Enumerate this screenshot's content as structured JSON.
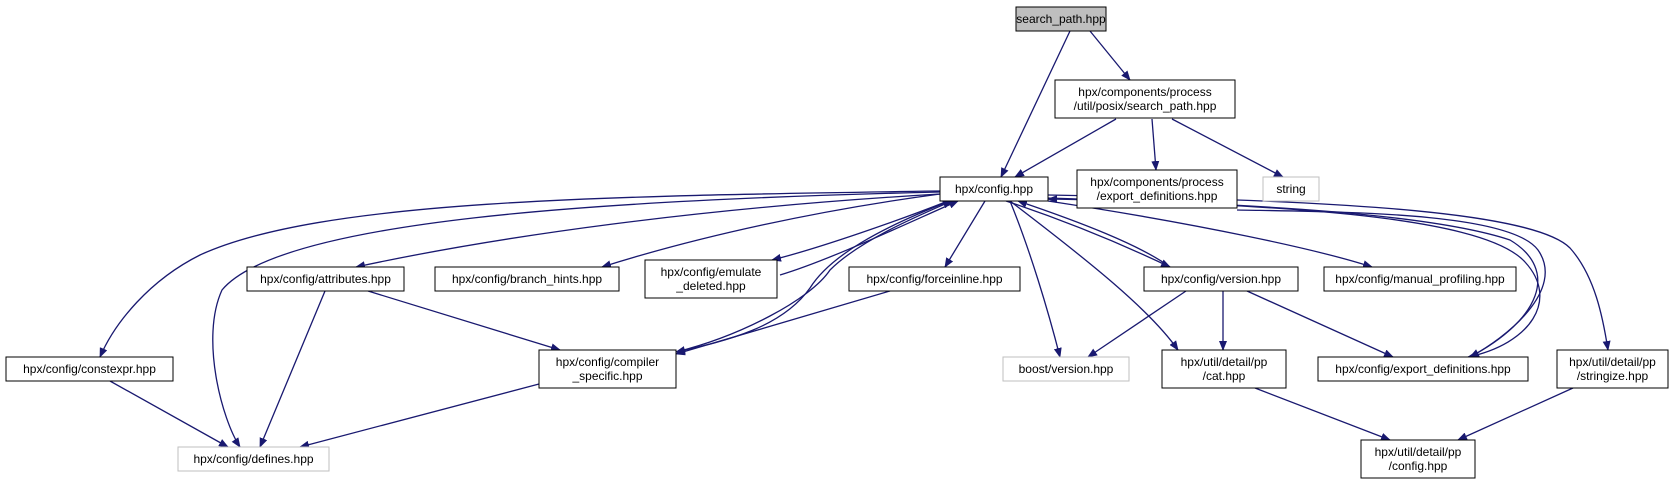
{
  "nodes": [
    {
      "id": "search_path",
      "label": [
        "search_path.hpp"
      ],
      "kind": "root"
    },
    {
      "id": "comp_search_path",
      "label": [
        "hpx/components/process",
        "/util/posix/search_path.hpp"
      ],
      "kind": "normal"
    },
    {
      "id": "config",
      "label": [
        "hpx/config.hpp"
      ],
      "kind": "normal"
    },
    {
      "id": "comp_export",
      "label": [
        "hpx/components/process",
        "/export_definitions.hpp"
      ],
      "kind": "normal"
    },
    {
      "id": "string",
      "label": [
        "string"
      ],
      "kind": "external"
    },
    {
      "id": "attributes",
      "label": [
        "hpx/config/attributes.hpp"
      ],
      "kind": "normal"
    },
    {
      "id": "branch_hints",
      "label": [
        "hpx/config/branch_hints.hpp"
      ],
      "kind": "normal"
    },
    {
      "id": "emulate_deleted",
      "label": [
        "hpx/config/emulate",
        "_deleted.hpp"
      ],
      "kind": "normal"
    },
    {
      "id": "forceinline",
      "label": [
        "hpx/config/forceinline.hpp"
      ],
      "kind": "normal"
    },
    {
      "id": "version",
      "label": [
        "hpx/config/version.hpp"
      ],
      "kind": "normal"
    },
    {
      "id": "manual_profiling",
      "label": [
        "hpx/config/manual_profiling.hpp"
      ],
      "kind": "normal"
    },
    {
      "id": "constexpr",
      "label": [
        "hpx/config/constexpr.hpp"
      ],
      "kind": "normal"
    },
    {
      "id": "compiler_specific",
      "label": [
        "hpx/config/compiler",
        "_specific.hpp"
      ],
      "kind": "normal"
    },
    {
      "id": "boost_version",
      "label": [
        "boost/version.hpp"
      ],
      "kind": "external"
    },
    {
      "id": "pp_cat",
      "label": [
        "hpx/util/detail/pp",
        "/cat.hpp"
      ],
      "kind": "normal"
    },
    {
      "id": "export_definitions",
      "label": [
        "hpx/config/export_definitions.hpp"
      ],
      "kind": "normal"
    },
    {
      "id": "pp_stringize",
      "label": [
        "hpx/util/detail/pp",
        "/stringize.hpp"
      ],
      "kind": "normal"
    },
    {
      "id": "defines",
      "label": [
        "hpx/config/defines.hpp"
      ],
      "kind": "external"
    },
    {
      "id": "pp_config",
      "label": [
        "hpx/util/detail/pp",
        "/config.hpp"
      ],
      "kind": "normal"
    }
  ],
  "edges": [
    {
      "from": "search_path",
      "to": "comp_search_path"
    },
    {
      "from": "search_path",
      "to": "config"
    },
    {
      "from": "comp_search_path",
      "to": "config"
    },
    {
      "from": "comp_search_path",
      "to": "comp_export"
    },
    {
      "from": "comp_search_path",
      "to": "string"
    },
    {
      "from": "comp_export",
      "to": "export_definitions"
    },
    {
      "from": "config",
      "to": "attributes"
    },
    {
      "from": "config",
      "to": "branch_hints"
    },
    {
      "from": "config",
      "to": "emulate_deleted"
    },
    {
      "from": "config",
      "to": "forceinline"
    },
    {
      "from": "config",
      "to": "version"
    },
    {
      "from": "config",
      "to": "manual_profiling"
    },
    {
      "from": "config",
      "to": "constexpr"
    },
    {
      "from": "config",
      "to": "defines"
    },
    {
      "from": "config",
      "to": "compiler_specific"
    },
    {
      "from": "config",
      "to": "boost_version"
    },
    {
      "from": "config",
      "to": "pp_cat"
    },
    {
      "from": "config",
      "to": "export_definitions"
    },
    {
      "from": "config",
      "to": "pp_stringize"
    },
    {
      "from": "emulate_deleted",
      "to": "config"
    },
    {
      "from": "compiler_specific",
      "to": "config"
    },
    {
      "from": "version",
      "to": "config"
    },
    {
      "from": "version",
      "to": "boost_version"
    },
    {
      "from": "version",
      "to": "pp_cat"
    },
    {
      "from": "version",
      "to": "export_definitions"
    },
    {
      "from": "export_definitions",
      "to": "config"
    },
    {
      "from": "attributes",
      "to": "defines"
    },
    {
      "from": "attributes",
      "to": "compiler_specific"
    },
    {
      "from": "forceinline",
      "to": "compiler_specific"
    },
    {
      "from": "constexpr",
      "to": "defines"
    },
    {
      "from": "compiler_specific",
      "to": "defines"
    },
    {
      "from": "pp_cat",
      "to": "pp_config"
    },
    {
      "from": "pp_stringize",
      "to": "pp_config"
    }
  ]
}
